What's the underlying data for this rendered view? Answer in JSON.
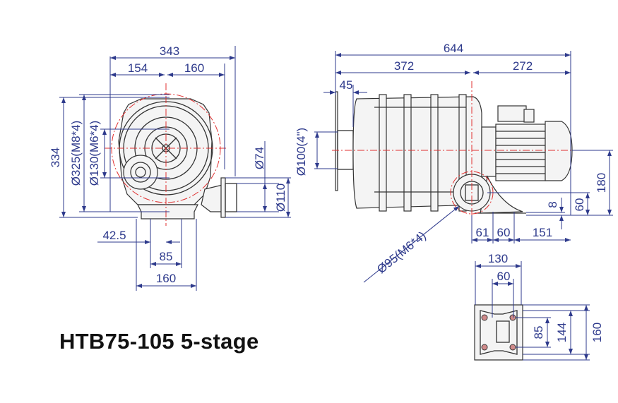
{
  "title": "HTB75-105 5-stage",
  "colors": {
    "dimension": "#2e3a8c",
    "centerline": "#e03030",
    "outline": "#333333"
  },
  "front_view": {
    "overall_width": "343",
    "left_width": "154",
    "right_width": "160",
    "height": "334",
    "bolt_circle_outer": "Ø325(M8*4)",
    "bolt_circle_inner": "Ø130(M6*4)",
    "outlet_inner": "Ø74",
    "outlet_outer": "Ø110",
    "base_offset": "42.5",
    "base_hole_spacing": "85",
    "base_width": "160"
  },
  "side_view": {
    "overall_length": "644",
    "body_length": "372",
    "motor_length": "272",
    "inlet_flange": "45",
    "inlet_diameter": "Ø100(4\")",
    "outlet_flange": "Ø95(M6*4)",
    "shaft_height": "180",
    "outlet_height": "60",
    "foot_thickness": "8",
    "foot_dim_1": "61",
    "foot_dim_2": "60",
    "foot_dim_3": "151"
  },
  "base_view": {
    "width": "130",
    "hole_spacing_x": "60",
    "hole_spacing_y": "85",
    "inner_length": "144",
    "length": "160"
  }
}
